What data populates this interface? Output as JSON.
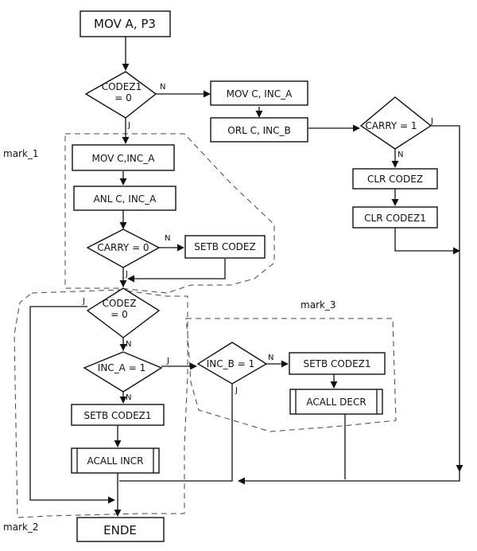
{
  "processes": {
    "mov_a_p3": "MOV  A, P3",
    "mov_c_inc_a_1": "MOV C, INC_A",
    "orl_c_inc_b": "ORL C, INC_B",
    "mov_c_inc_a_2": "MOV C,INC_A",
    "anl_c_inc_a": "ANL C, INC_A",
    "setb_codez": "SETB CODEZ",
    "clr_codez": "CLR CODEZ",
    "clr_codez1": "CLR CODEZ1",
    "setb_codez1_left": "SETB CODEZ1",
    "setb_codez1_right": "SETB CODEZ1",
    "acall_incr": "ACALL INCR",
    "acall_decr": "ACALL DECR",
    "ende": "ENDE"
  },
  "decisions": {
    "codez1_line1": "CODEZ1",
    "codez1_line2": "= 0",
    "carry1": "CARRY = 1",
    "carry0": "CARRY = 0",
    "codez_line1": "CODEZ",
    "codez_line2": "= 0",
    "inc_a_1": "INC_A = 1",
    "inc_b_1": "INC_B = 1"
  },
  "branch_labels": {
    "no": "N",
    "yes": "J"
  },
  "marks": {
    "mark_1": "mark_1",
    "mark_2": "mark_2",
    "mark_3": "mark_3"
  }
}
